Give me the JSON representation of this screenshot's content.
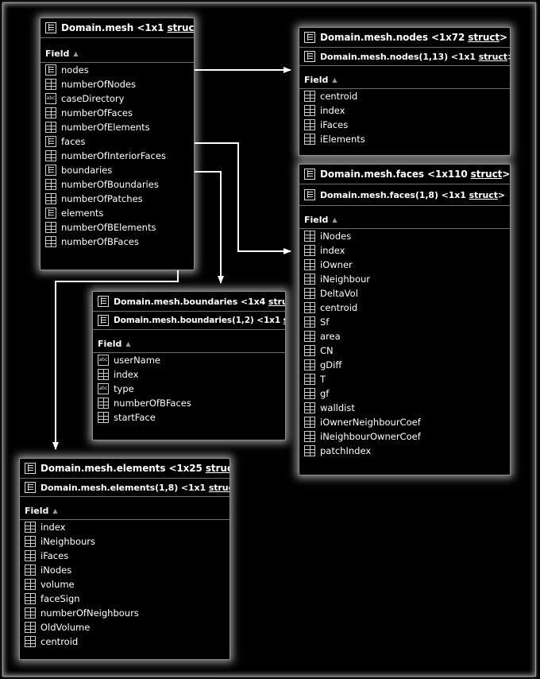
{
  "panels": {
    "mesh": {
      "title": "Domain.mesh <1x1",
      "type_link": "struct",
      "title_end": ">",
      "field_header": "Field",
      "fields": [
        {
          "name": "nodes",
          "icon": "struct"
        },
        {
          "name": "numberOfNodes",
          "icon": "grid"
        },
        {
          "name": "caseDirectory",
          "icon": "abc"
        },
        {
          "name": "numberOfFaces",
          "icon": "grid"
        },
        {
          "name": "numberOfElements",
          "icon": "grid"
        },
        {
          "name": "faces",
          "icon": "struct"
        },
        {
          "name": "numberOfInteriorFaces",
          "icon": "grid"
        },
        {
          "name": "boundaries",
          "icon": "struct"
        },
        {
          "name": "numberOfBoundaries",
          "icon": "grid"
        },
        {
          "name": "numberOfPatches",
          "icon": "grid"
        },
        {
          "name": "elements",
          "icon": "struct"
        },
        {
          "name": "numberOfBElements",
          "icon": "grid"
        },
        {
          "name": "numberOfBFaces",
          "icon": "grid"
        }
      ]
    },
    "nodes": {
      "title": "Domain.mesh.nodes <1x72",
      "type_link": "struct",
      "title_end": ">",
      "subtitle": "Domain.mesh.nodes(1,13) <1x1",
      "sub_link": "struct",
      "sub_end": ">",
      "field_header": "Field",
      "fields": [
        {
          "name": "centroid",
          "icon": "grid"
        },
        {
          "name": "index",
          "icon": "grid"
        },
        {
          "name": "iFaces",
          "icon": "grid"
        },
        {
          "name": "iElements",
          "icon": "grid"
        }
      ]
    },
    "faces": {
      "title": "Domain.mesh.faces <1x110",
      "type_link": "struct",
      "title_end": ">",
      "subtitle": "Domain.mesh.faces(1,8) <1x1",
      "sub_link": "struct",
      "sub_end": ">",
      "field_header": "Field",
      "fields": [
        {
          "name": "iNodes",
          "icon": "grid"
        },
        {
          "name": "index",
          "icon": "grid"
        },
        {
          "name": "iOwner",
          "icon": "grid"
        },
        {
          "name": "iNeighbour",
          "icon": "grid"
        },
        {
          "name": "DeltaVol",
          "icon": "grid"
        },
        {
          "name": "centroid",
          "icon": "grid"
        },
        {
          "name": "Sf",
          "icon": "grid"
        },
        {
          "name": "area",
          "icon": "grid"
        },
        {
          "name": "CN",
          "icon": "grid"
        },
        {
          "name": "gDiff",
          "icon": "grid"
        },
        {
          "name": "T",
          "icon": "grid"
        },
        {
          "name": "gf",
          "icon": "grid"
        },
        {
          "name": "walldist",
          "icon": "grid"
        },
        {
          "name": "iOwnerNeighbourCoef",
          "icon": "grid"
        },
        {
          "name": "iNeighbourOwnerCoef",
          "icon": "grid"
        },
        {
          "name": "patchIndex",
          "icon": "grid"
        }
      ]
    },
    "boundaries": {
      "title": "Domain.mesh.boundaries <1x4",
      "type_link": "struct",
      "title_end": ">",
      "subtitle": "Domain.mesh.boundaries(1,2) <1x1",
      "sub_link": "struct",
      "sub_end": ">",
      "field_header": "Field",
      "fields": [
        {
          "name": "userName",
          "icon": "abc"
        },
        {
          "name": "index",
          "icon": "grid"
        },
        {
          "name": "type",
          "icon": "abc"
        },
        {
          "name": "numberOfBFaces",
          "icon": "grid"
        },
        {
          "name": "startFace",
          "icon": "grid"
        }
      ]
    },
    "elements": {
      "title": "Domain.mesh.elements <1x25",
      "type_link": "struct",
      "title_end": ">",
      "subtitle": "Domain.mesh.elements(1,8) <1x1",
      "sub_link": "struct",
      "sub_end": ">",
      "field_header": "Field",
      "fields": [
        {
          "name": "index",
          "icon": "grid"
        },
        {
          "name": "iNeighbours",
          "icon": "grid"
        },
        {
          "name": "iFaces",
          "icon": "grid"
        },
        {
          "name": "iNodes",
          "icon": "grid"
        },
        {
          "name": "volume",
          "icon": "grid"
        },
        {
          "name": "faceSign",
          "icon": "grid"
        },
        {
          "name": "numberOfNeighbours",
          "icon": "grid"
        },
        {
          "name": "OldVolume",
          "icon": "grid"
        },
        {
          "name": "centroid",
          "icon": "grid"
        }
      ]
    }
  },
  "icons": {
    "struct": "struct-icon",
    "grid": "numeric-array-icon",
    "abc": "char-array-icon"
  },
  "colors": {
    "background": "#000000",
    "text": "#ffffff",
    "border": "#8c8c8c",
    "arrow": "#ffffff"
  }
}
